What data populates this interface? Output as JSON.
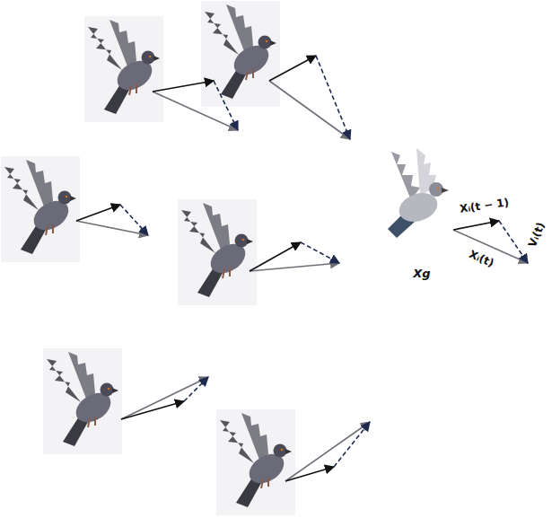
{
  "diagram": {
    "labels": [
      "Xᵢ(t − 1)",
      "Vᵢ(t)",
      "Xᵢ(t)",
      "Xg"
    ]
  }
}
